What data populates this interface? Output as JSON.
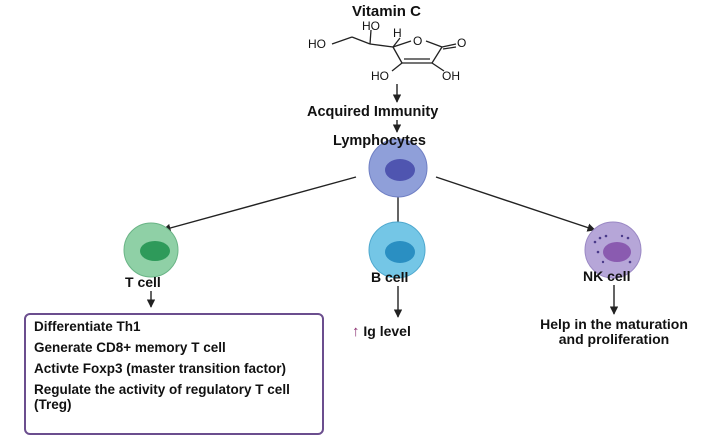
{
  "title": "Vitamin C",
  "molecule": {
    "atoms": [
      "HO",
      "HO",
      "H",
      "O",
      "O",
      "HO",
      "OH"
    ]
  },
  "nodes": {
    "acquired_immunity": "Acquired Immunity",
    "lymphocytes": "Lymphocytes",
    "t_cell": "T cell",
    "b_cell": "B cell",
    "nk_cell": "NK cell"
  },
  "t_cell_effects": [
    "Differentiate Th1",
    "Generate CD8+ memory T cell",
    "Activte Foxp3 (master transition factor)",
    "Regulate the activity of regulatory T cell (Treg)"
  ],
  "b_cell_effect": {
    "arrow": "↑",
    "text": "Ig level"
  },
  "nk_cell_effect": "Help in the maturation and proliferation",
  "colors": {
    "lymphocyte_outer": "#8f9fd9",
    "lymphocyte_inner": "#4f55b0",
    "t_cell_outer": "#8fd0a6",
    "t_cell_inner": "#2e9a5a",
    "b_cell_outer": "#74c6e6",
    "b_cell_inner": "#2a8fc2",
    "nk_cell_outer": "#b6a6d8",
    "nk_cell_inner": "#8a5bb0",
    "box_border": "#6b4e8e",
    "up_arrow": "#8a2e6f"
  }
}
